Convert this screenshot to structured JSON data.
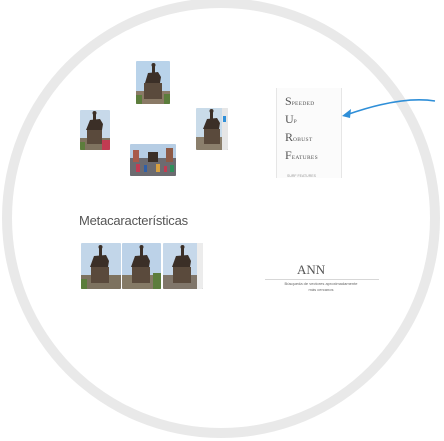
{
  "metafeatures_label": "Metacaracterísticas",
  "surf": {
    "rows": [
      {
        "initial": "S",
        "rest": "peeded"
      },
      {
        "initial": "U",
        "rest": "p"
      },
      {
        "initial": "R",
        "rest": "obust"
      },
      {
        "initial": "F",
        "rest": "eatures"
      }
    ],
    "footnote": "SURF FEATURES"
  },
  "ann": {
    "title": "ANN",
    "description_line1": "Búsqueda de vectores aproximadamente",
    "description_line2": "más cercanos"
  },
  "colors": {
    "ring": "#e9e9e9",
    "arrow": "#2f8fd8",
    "sky": "#b9d3ea",
    "monument": "#3b2f27",
    "foliage": "#5c7d3c"
  },
  "images": [
    "statue-photo-top",
    "statue-photo-left",
    "statue-photo-right",
    "plaza-photo-bottom",
    "statue-photo-row-1",
    "statue-photo-row-2",
    "statue-photo-row-3"
  ]
}
